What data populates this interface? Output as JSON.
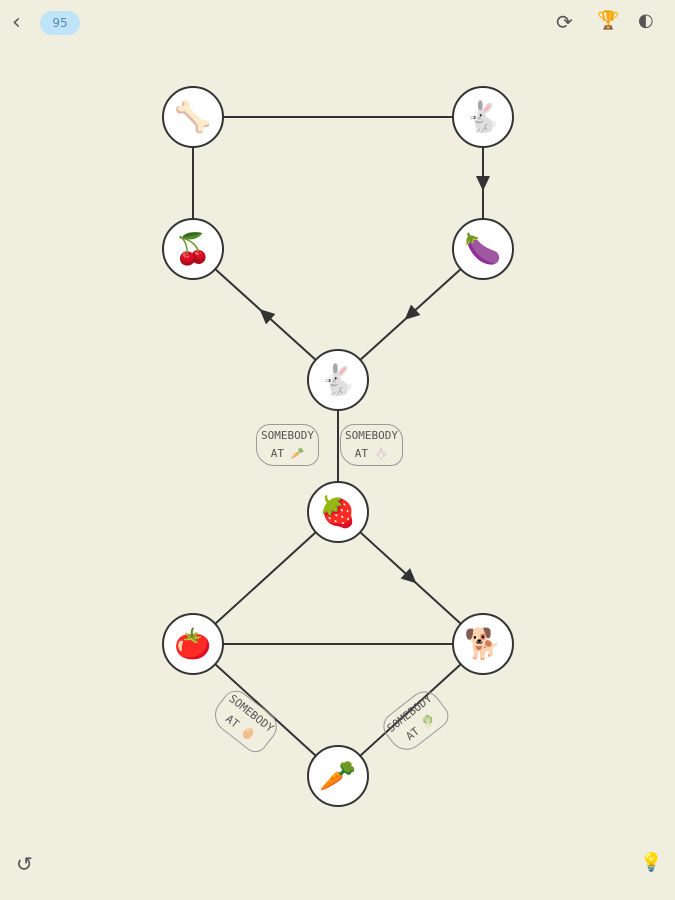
{
  "header": {
    "back_icon": "chevron-left-icon",
    "level": "95",
    "restart_icon": "refresh-icon",
    "trophy_icon": "trophy-icon",
    "brain_icon": "brain-icon"
  },
  "footer": {
    "undo_icon": "undo-icon",
    "hint_icon": "lightbulb-icon"
  },
  "nodes": [
    {
      "id": "bone",
      "icon": "🦴"
    },
    {
      "id": "rabbit-top",
      "icon": "🐇"
    },
    {
      "id": "cherries",
      "icon": "🍒"
    },
    {
      "id": "eggplant",
      "icon": "🍆"
    },
    {
      "id": "rabbit-center",
      "icon": "🐇"
    },
    {
      "id": "strawberry",
      "icon": "🍓"
    },
    {
      "id": "tomato",
      "icon": "🍅"
    },
    {
      "id": "dog",
      "icon": "🐕"
    },
    {
      "id": "carrot",
      "icon": "🥕"
    }
  ],
  "labels": [
    {
      "line1": "SOMEBODY",
      "line2": "AT",
      "icon": "🥕"
    },
    {
      "line1": "SOMEBODY",
      "line2": "AT",
      "icon": "🧄"
    },
    {
      "line1": "SOMEBODY",
      "line2": "AT",
      "icon": "🥚"
    },
    {
      "line1": "SOMEBODY",
      "line2": "AT",
      "icon": "🥬"
    }
  ]
}
